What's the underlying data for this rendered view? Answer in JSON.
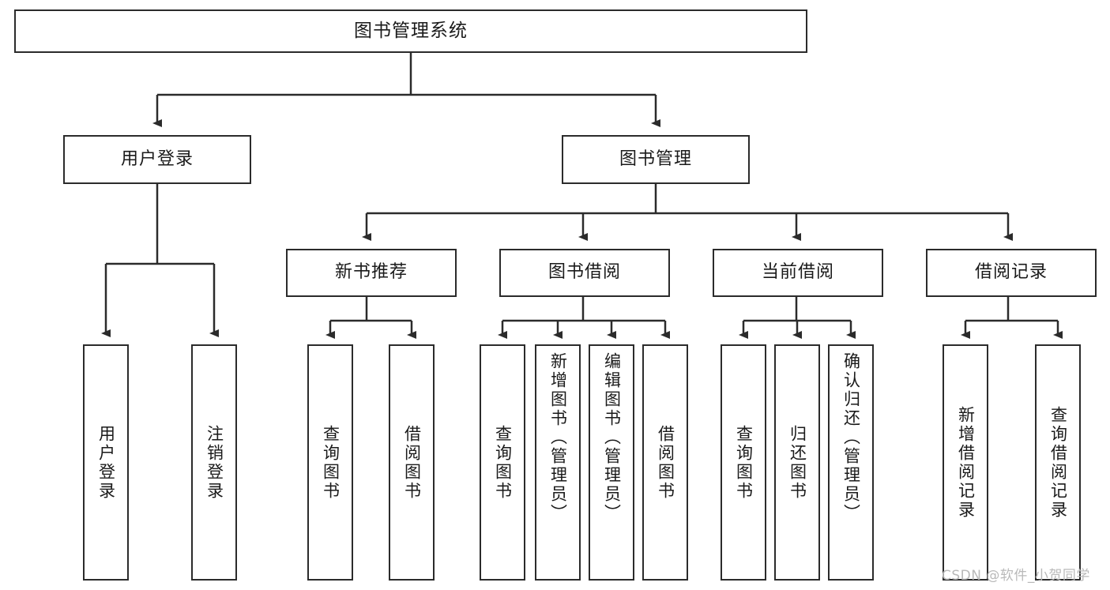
{
  "diagram": {
    "title": "图书管理系统",
    "type": "tree-hierarchy",
    "line_color": "#2b2b2b",
    "box_fill": "#ffffff",
    "root": {
      "id": "root",
      "label": "图书管理系统"
    },
    "level2": [
      {
        "id": "user-login",
        "label": "用户登录"
      },
      {
        "id": "book-manage",
        "label": "图书管理"
      }
    ],
    "level3": [
      {
        "id": "new-book-rec",
        "label": "新书推荐",
        "parent": "book-manage"
      },
      {
        "id": "book-borrow",
        "label": "图书借阅",
        "parent": "book-manage"
      },
      {
        "id": "current-borrow",
        "label": "当前借阅",
        "parent": "book-manage"
      },
      {
        "id": "borrow-record",
        "label": "借阅记录",
        "parent": "book-manage"
      }
    ],
    "leaves": [
      {
        "id": "leaf-user-login",
        "label": "用户登录",
        "parent": "user-login"
      },
      {
        "id": "leaf-logout",
        "label": "注销登录",
        "parent": "user-login"
      },
      {
        "id": "leaf-query-book-1",
        "label": "查询图书",
        "parent": "new-book-rec"
      },
      {
        "id": "leaf-borrow-book-1",
        "label": "借阅图书",
        "parent": "new-book-rec"
      },
      {
        "id": "leaf-query-book-2",
        "label": "查询图书",
        "parent": "book-borrow"
      },
      {
        "id": "leaf-add-book",
        "label": "新增图书（管理员）",
        "parent": "book-borrow"
      },
      {
        "id": "leaf-edit-book",
        "label": "编辑图书（管理员）",
        "parent": "book-borrow"
      },
      {
        "id": "leaf-borrow-book-2",
        "label": "借阅图书",
        "parent": "book-borrow"
      },
      {
        "id": "leaf-query-book-3",
        "label": "查询图书",
        "parent": "current-borrow"
      },
      {
        "id": "leaf-return-book",
        "label": "归还图书",
        "parent": "current-borrow"
      },
      {
        "id": "leaf-confirm-return",
        "label": "确认归还（管理员）",
        "parent": "current-borrow"
      },
      {
        "id": "leaf-add-record",
        "label": "新增借阅记录",
        "parent": "borrow-record"
      },
      {
        "id": "leaf-query-record",
        "label": "查询借阅记录",
        "parent": "borrow-record"
      }
    ]
  },
  "watermark": {
    "text": "CSDN @软件_小贺同学"
  }
}
